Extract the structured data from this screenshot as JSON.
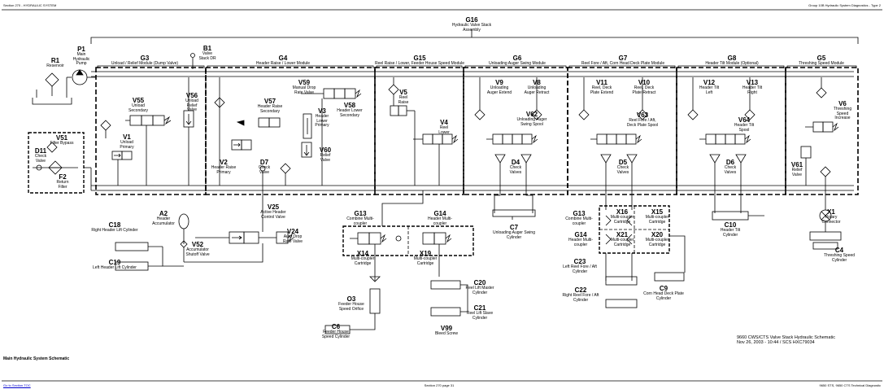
{
  "header": {
    "left": "Section 270 - HYDRAULIC SYSTEM",
    "right": "Group 10B Hydraulic System Diagnostics - Type 2"
  },
  "footer": {
    "left": "Go to Section TOC",
    "center": "Section 270 page 31",
    "right": "9650 STS, 9650 CTS Technical Diagnostic"
  },
  "page_caption": "Main Hydraulic System Schematic",
  "title_block": {
    "line1": "9660 CWS/CTS Valve Stack Hydraulic Schematic",
    "line2": "Nov 26, 2003  -  10:44 / SCS HXC79034"
  },
  "labels": [
    {
      "id": "G16",
      "desc": "Hydraulic Valve Stack Assembly"
    },
    {
      "id": "R1",
      "desc": "Reservoir"
    },
    {
      "id": "P1",
      "desc": "Main Hydraulic Pump"
    },
    {
      "id": "B1",
      "desc": "Valve Stack DR"
    },
    {
      "id": "G3",
      "desc": "Unload / Relief Module (Dump Valve)"
    },
    {
      "id": "G4",
      "desc": "Header Raise / Lower Module"
    },
    {
      "id": "G15",
      "desc": "Reel Raise / Lower, Feeder House Speed Module"
    },
    {
      "id": "G6",
      "desc": "Unloading Auger Swing Module"
    },
    {
      "id": "G7",
      "desc": "Reel Fore / Aft, Corn Head Deck Plate Module"
    },
    {
      "id": "G8",
      "desc": "Header Tilt Module (Optional)"
    },
    {
      "id": "G5",
      "desc": "Threshing Speed Module"
    },
    {
      "id": "V55",
      "desc": "Unload Secondary"
    },
    {
      "id": "V56",
      "desc": "Unload Relief Valve"
    },
    {
      "id": "V1",
      "desc": "Unload Primary"
    },
    {
      "id": "V59",
      "desc": "Manual Drop Rate Valve"
    },
    {
      "id": "V57",
      "desc": "Header Raise Secondary"
    },
    {
      "id": "V58",
      "desc": "Header Lower Secondary"
    },
    {
      "id": "V3",
      "desc": "Header Lower Primary"
    },
    {
      "id": "V60",
      "desc": "Relief Valve"
    },
    {
      "id": "V2",
      "desc": "Header Raise Primary"
    },
    {
      "id": "D7",
      "desc": "Check Valve"
    },
    {
      "id": "V5",
      "desc": "Reel Raise"
    },
    {
      "id": "V4",
      "desc": "Reel Lower"
    },
    {
      "id": "V9",
      "desc": "Unloading Auger Extend"
    },
    {
      "id": "V8",
      "desc": "Unloading Auger Retract"
    },
    {
      "id": "V62",
      "desc": "Unloading Auger Swing Spool"
    },
    {
      "id": "D4",
      "desc": "Check Valves"
    },
    {
      "id": "V11",
      "desc": "Reel, Deck Plate Extend"
    },
    {
      "id": "V10",
      "desc": "Reel, Deck Plate Retract"
    },
    {
      "id": "V63",
      "desc": "Reel Fore / Aft, Deck Plate Spool"
    },
    {
      "id": "D5",
      "desc": "Check Valves"
    },
    {
      "id": "V12",
      "desc": "Header Tilt Left"
    },
    {
      "id": "V13",
      "desc": "Header Tilt Right"
    },
    {
      "id": "V64",
      "desc": "Header Tilt Spool"
    },
    {
      "id": "D6",
      "desc": "Check Valves"
    },
    {
      "id": "V6",
      "desc": "Threshing Speed Increase"
    },
    {
      "id": "V61",
      "desc": "Relief Valve"
    },
    {
      "id": "V51",
      "desc": "Filter Bypass"
    },
    {
      "id": "D11",
      "desc": "Check Valve"
    },
    {
      "id": "F2",
      "desc": "Return Filter"
    },
    {
      "id": "A2",
      "desc": "Header Accumulator"
    },
    {
      "id": "V25",
      "desc": "Active Header Control Valve"
    },
    {
      "id": "V24",
      "desc": "Auto Drop Rate Valve"
    },
    {
      "id": "V52",
      "desc": "Accumulator Shutoff Valve"
    },
    {
      "id": "C18",
      "desc": "Right Header Lift Cylinder"
    },
    {
      "id": "C19",
      "desc": "Left Header Lift Cylinder"
    },
    {
      "id": "G13",
      "desc": "Combine Multi-coupler"
    },
    {
      "id": "G14",
      "desc": "Header Multi-coupler"
    },
    {
      "id": "X14",
      "desc": "Multi-coupler Cartridge"
    },
    {
      "id": "X19",
      "desc": "Multi-coupler Cartridge"
    },
    {
      "id": "C20",
      "desc": "Reel Lift Master Cylinder"
    },
    {
      "id": "C21",
      "desc": "Reel Lift Slave Cylinder"
    },
    {
      "id": "V99",
      "desc": "Bleed Screw"
    },
    {
      "id": "O3",
      "desc": "Feeder House Speed Orifice"
    },
    {
      "id": "C6",
      "desc": "Feeder House Speed Cylinder"
    },
    {
      "id": "C7",
      "desc": "Unloading Auger Swing Cylinder"
    },
    {
      "id": "G13b",
      "desc": "Combine Multi-coupler"
    },
    {
      "id": "G14b",
      "desc": "Header Multi-coupler"
    },
    {
      "id": "X16",
      "desc": "Multi-coupler Cartridge"
    },
    {
      "id": "X15",
      "desc": "Multi-coupler Cartridge"
    },
    {
      "id": "X21",
      "desc": "Multi-coupler Cartridge"
    },
    {
      "id": "X20",
      "desc": "Multi-coupler Cartridge"
    },
    {
      "id": "C23",
      "desc": "Left Reel Fore / Aft Cylinder"
    },
    {
      "id": "C22",
      "desc": "Right Reel Fore / Aft Cylinder"
    },
    {
      "id": "C9",
      "desc": "Corn Head Deck Plate Cylinder"
    },
    {
      "id": "C10",
      "desc": "Header Tilt Cylinder"
    },
    {
      "id": "X1",
      "desc": "Rotary Connector"
    },
    {
      "id": "C4",
      "desc": "Threshing Speed Cylinder"
    }
  ],
  "label_codes": {
    "G13b": "G13",
    "G14b": "G14"
  }
}
